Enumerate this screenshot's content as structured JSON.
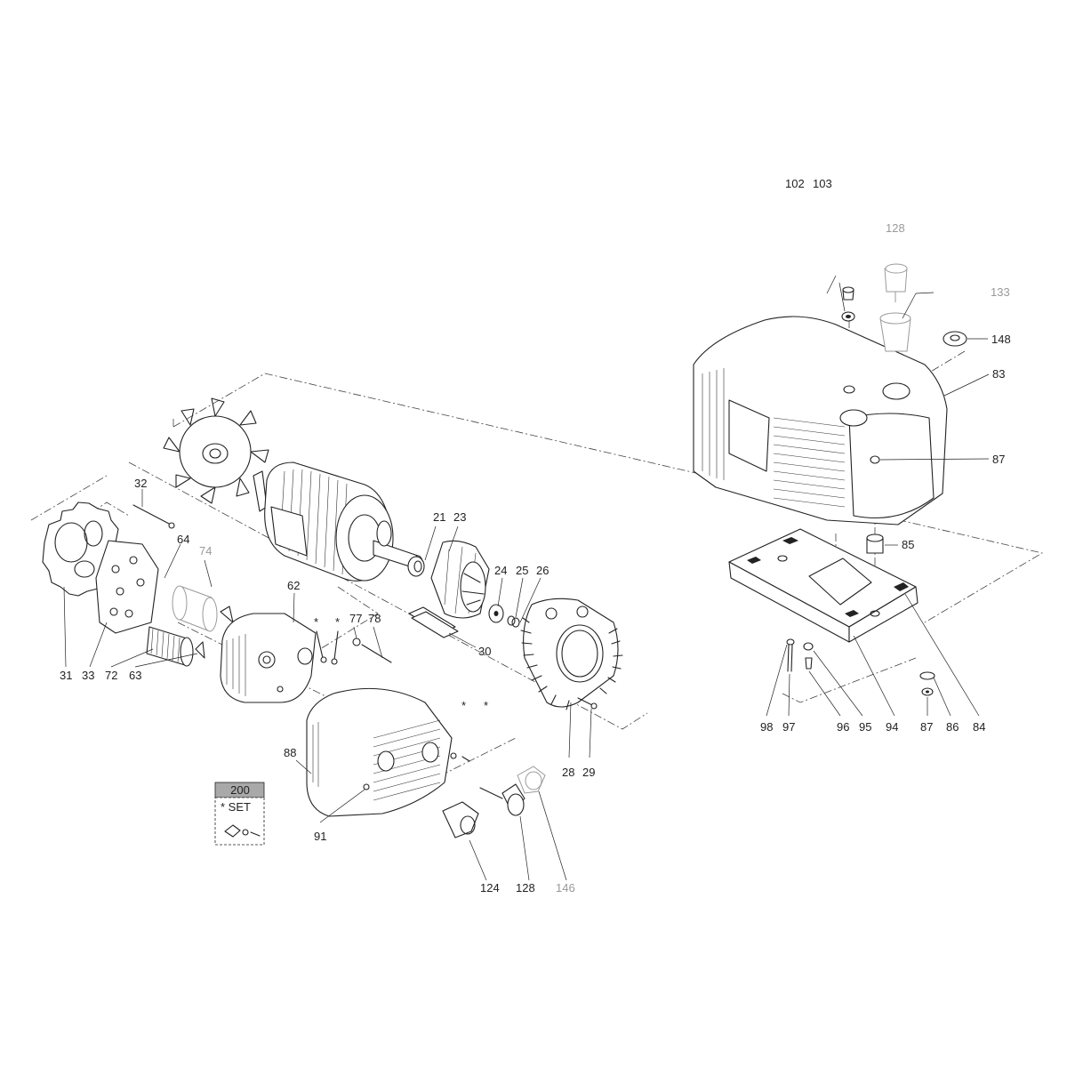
{
  "colors": {
    "line": "#222222",
    "ghost": "#9a9a9a",
    "callout_grey": "#999999",
    "set_header": "#a9a9a9"
  },
  "callouts": {
    "n21": "21",
    "n23": "23",
    "n24": "24",
    "n25": "25",
    "n26": "26",
    "n28": "28",
    "n29": "29",
    "n30": "30",
    "n31": "31",
    "n32": "32",
    "n33": "33",
    "n62": "62",
    "n63": "63",
    "n64": "64",
    "n72": "72",
    "n74": "74",
    "n77": "77",
    "n78": "78",
    "n83": "83",
    "n84": "84",
    "n85": "85",
    "n86": "86",
    "n87a": "87",
    "n87b": "87",
    "n88": "88",
    "n91": "91",
    "n94": "94",
    "n95": "95",
    "n96": "96",
    "n97": "97",
    "n98": "98",
    "n102": "102",
    "n103": "103",
    "n124": "124",
    "n128a": "128",
    "n128b": "128",
    "n133": "133",
    "n146": "146",
    "n148": "148",
    "star1": "*",
    "star2": "*",
    "star3": "*",
    "star4": "*"
  },
  "set_box": {
    "number": "200",
    "label": "* SET"
  }
}
